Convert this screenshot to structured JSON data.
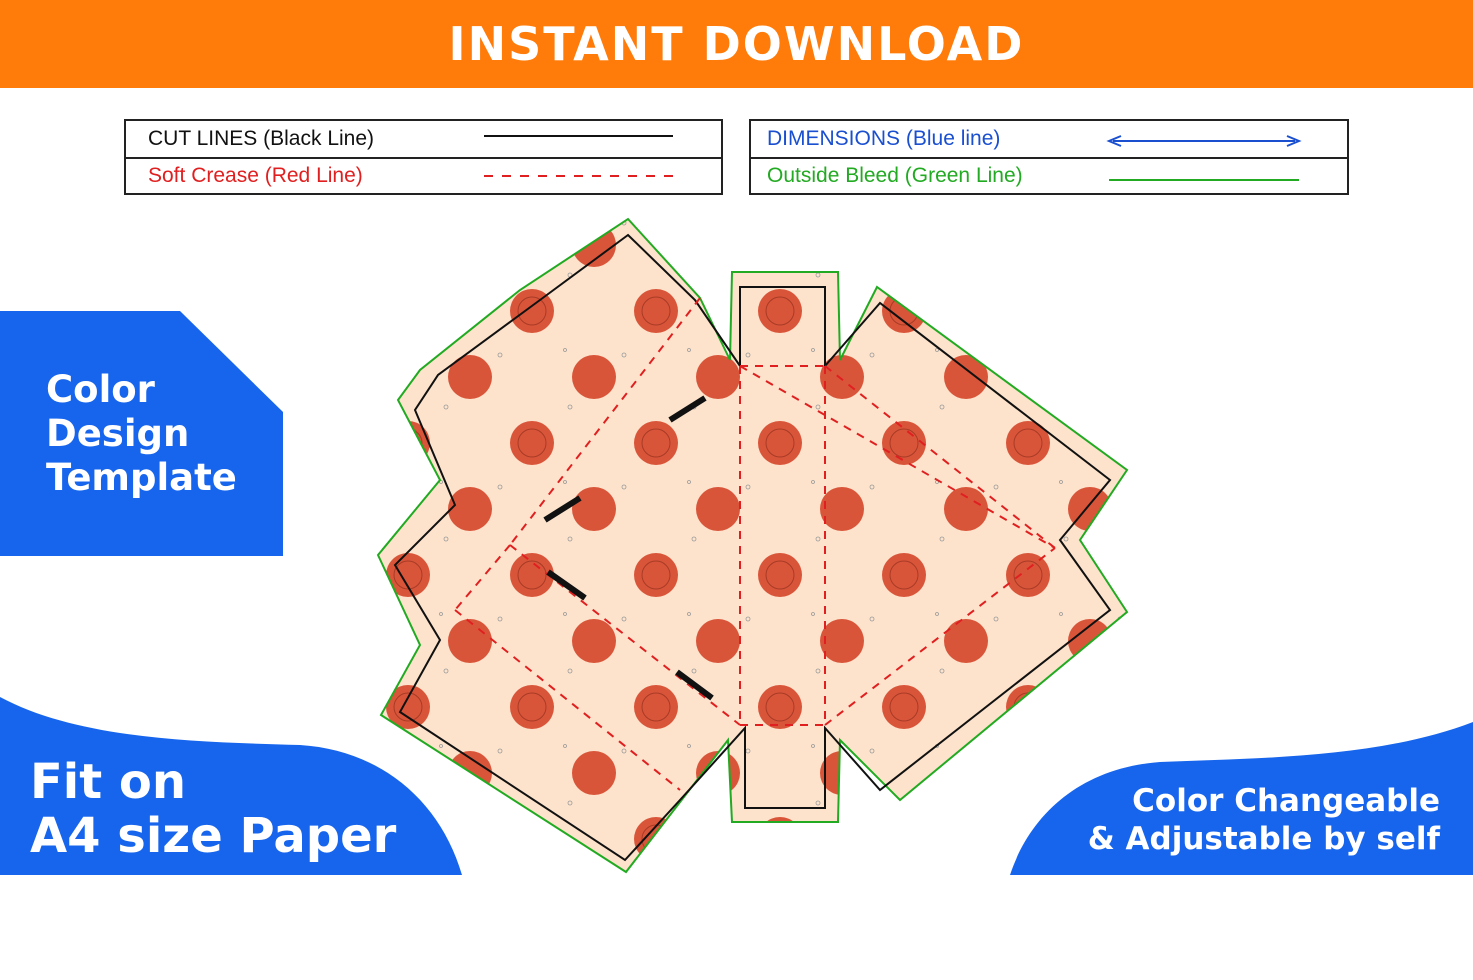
{
  "banner": {
    "title": "INSTANT DOWNLOAD"
  },
  "legend_left": {
    "cut_lines": "CUT LINES (Black Line)",
    "soft_crease": "Soft Crease (Red Line)"
  },
  "legend_right": {
    "dimensions": "DIMENSIONS (Blue line)",
    "outside_bleed": "Outside Bleed (Green Line)"
  },
  "left_tag": {
    "line1": "Color",
    "line2": "Design",
    "line3": "Template"
  },
  "fit_tag": {
    "line1": "Fit on",
    "line2": "A4 size Paper"
  },
  "right_tag": {
    "line1": "Color Changeable",
    "line2": "& Adjustable by self"
  },
  "colors": {
    "orange": "#ff7b0a",
    "blue": "#1665ec",
    "cut_line": "#111111",
    "crease_line": "#e02020",
    "dimension_line": "#1a4fd0",
    "bleed_line": "#22aa22",
    "paper_fill": "#fde3cc",
    "pizza": "#d9553a"
  },
  "icons": {
    "dimension_arrow": "double-arrow-icon"
  }
}
